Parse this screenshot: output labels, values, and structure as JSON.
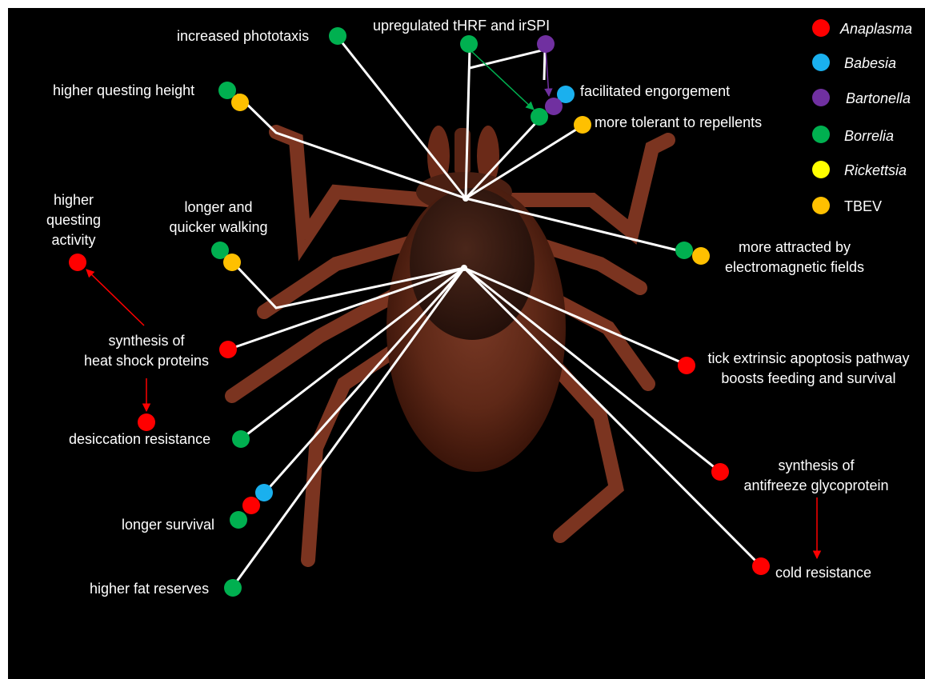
{
  "colors": {
    "anaplasma": "#ff0000",
    "babesia": "#1ab0ee",
    "bartonella": "#7030a0",
    "borrelia": "#00b050",
    "rickettsia": "#ffff00",
    "tbev": "#ffc000",
    "background": "#000000",
    "line": "#ffffff"
  },
  "legend": [
    {
      "name": "Anaplasma",
      "color": "#ff0000",
      "italic": true
    },
    {
      "name": "Babesia",
      "color": "#1ab0ee",
      "italic": true
    },
    {
      "name": "Bartonella",
      "color": "#7030a0",
      "italic": true
    },
    {
      "name": "Borrelia",
      "color": "#00b050",
      "italic": true
    },
    {
      "name": "Rickettsia",
      "color": "#ffff00",
      "italic": true
    },
    {
      "name": "TBEV",
      "color": "#ffc000",
      "italic": false
    }
  ],
  "effects": {
    "increased_phototaxis": "increased phototaxis",
    "upregulated": "upregulated tHRF and irSPI",
    "higher_questing_height": "higher questing height",
    "facilitated_engorgement": "facilitated engorgement",
    "more_tolerant": "more tolerant to repellents",
    "higher_questing_activity_1": "higher",
    "higher_questing_activity_2": "questing",
    "higher_questing_activity_3": "activity",
    "longer_walking_1": "longer and",
    "longer_walking_2": "quicker walking",
    "more_attracted_1": "more attracted by",
    "more_attracted_2": "electromagnetic fields",
    "heat_shock_1": "synthesis of",
    "heat_shock_2": "heat shock proteins",
    "apoptosis_1": "tick extrinsic apoptosis pathway",
    "apoptosis_2": "boosts feeding and survival",
    "desiccation": "desiccation resistance",
    "antifreeze_1": "synthesis of",
    "antifreeze_2": "antifreeze glycoprotein",
    "longer_survival": "longer survival",
    "cold_resistance": "cold resistance",
    "higher_fat": "higher fat reserves"
  }
}
